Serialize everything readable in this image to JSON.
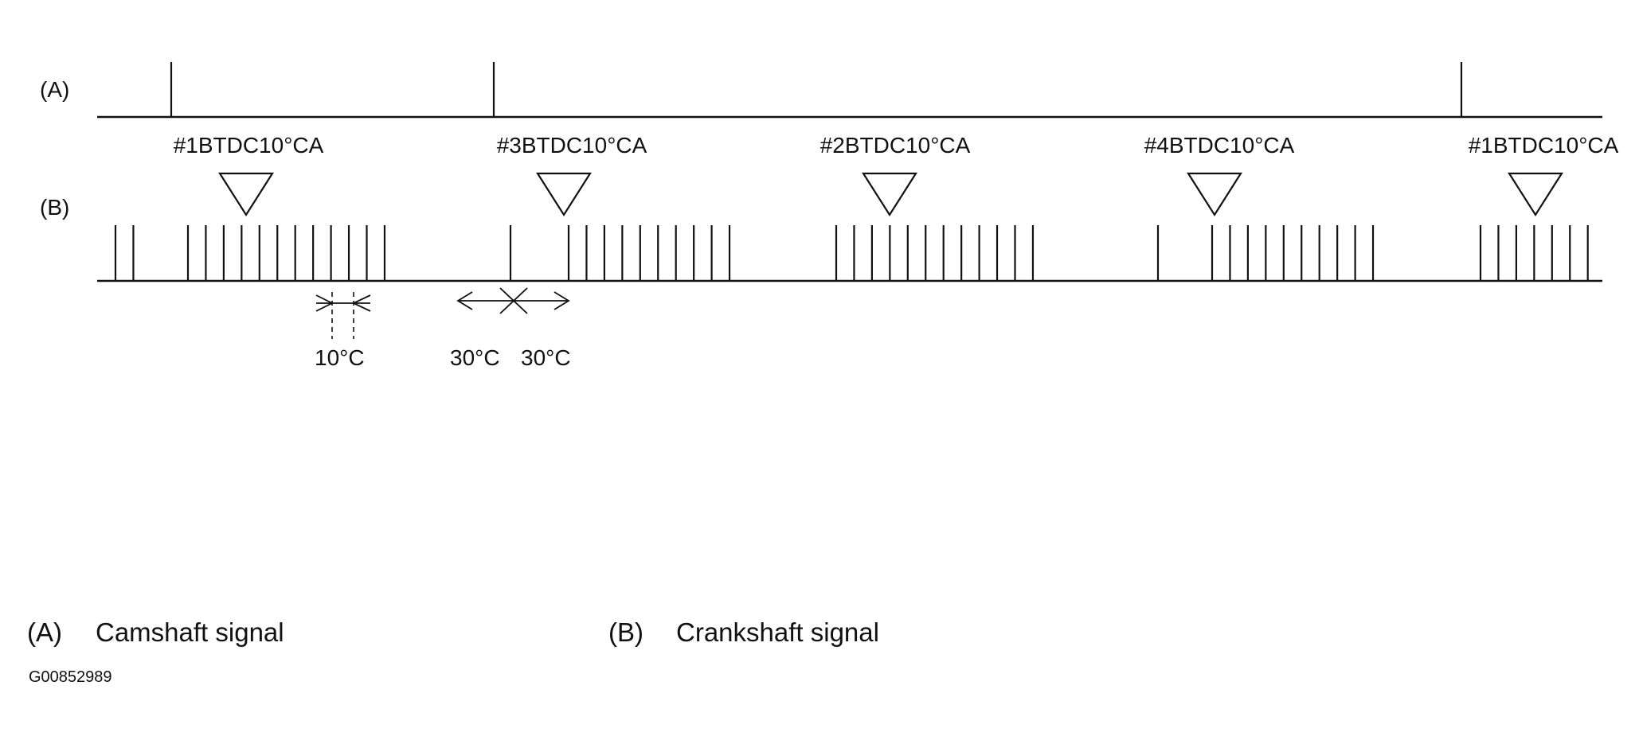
{
  "signal_a_tag": "(A)",
  "signal_b_tag": "(B)",
  "tdc_labels": [
    "#1BTDC10°CA",
    "#3BTDC10°CA",
    "#2BTDC10°CA",
    "#4BTDC10°CA",
    "#1BTDC10°CA"
  ],
  "dimensions": {
    "tooth_pitch": "10°C",
    "gap_left": "30°C",
    "gap_right": "30°C"
  },
  "legend": {
    "a_tag": "(A)",
    "a_text": "Camshaft signal",
    "b_tag": "(B)",
    "b_text": "Crankshaft signal"
  },
  "figure_id": "G00852989"
}
